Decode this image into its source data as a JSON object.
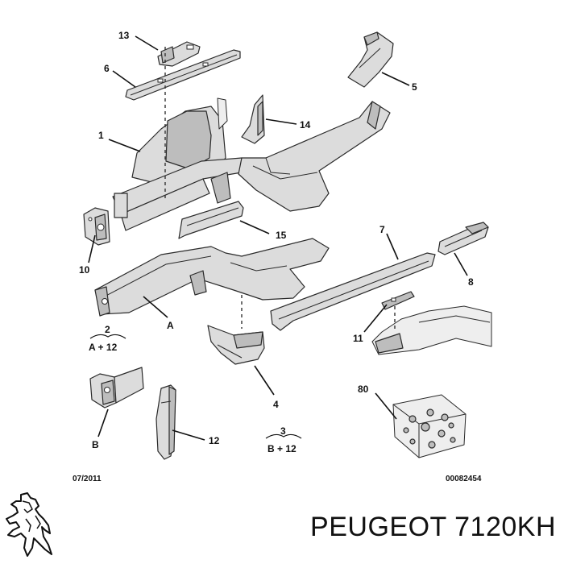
{
  "labels": {
    "l13": "13",
    "l6": "6",
    "l5": "5",
    "l1": "1",
    "l14": "14",
    "l10": "10",
    "l15": "15",
    "l7": "7",
    "l8": "8",
    "lA": "A",
    "l2": "2",
    "l2sub": "A + 12",
    "l11": "11",
    "l4": "4",
    "l80": "80",
    "lB": "B",
    "l12": "12",
    "l3": "3",
    "l3sub": "B + 12"
  },
  "footer": {
    "date": "07/2011",
    "ref": "00082454"
  },
  "caption": "PEUGEOT 7120KH",
  "logo": {
    "icon": "peugeot-lion-icon"
  }
}
